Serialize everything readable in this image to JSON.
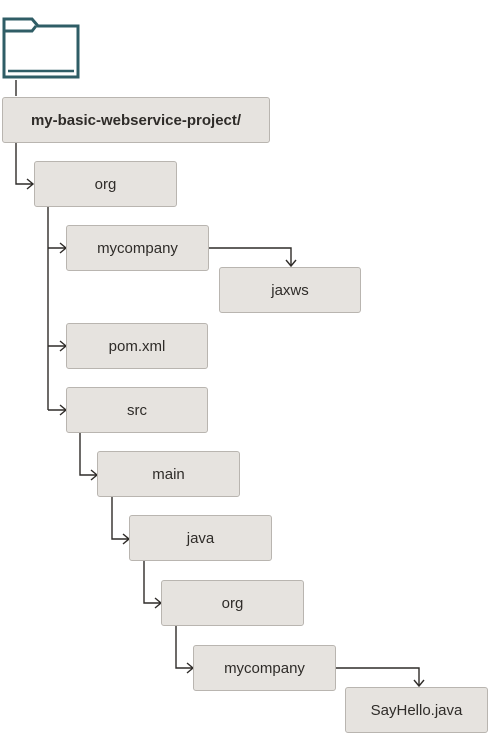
{
  "diagram": {
    "root_icon": "folder-icon",
    "root_label": "my-basic-webservice-project/",
    "nodes": {
      "org": "org",
      "mycompany": "mycompany",
      "jaxws": "jaxws",
      "pom": "pom.xml",
      "src": "src",
      "main": "main",
      "java": "java",
      "org2": "org",
      "mycompany2": "mycompany",
      "sayhello": "SayHello.java"
    }
  },
  "colors": {
    "folder_stroke": "#2f5d66",
    "node_fill": "#e6e3df",
    "node_border": "#b9b5b0",
    "connector": "#2f2c29",
    "text": "#2f2c29"
  }
}
